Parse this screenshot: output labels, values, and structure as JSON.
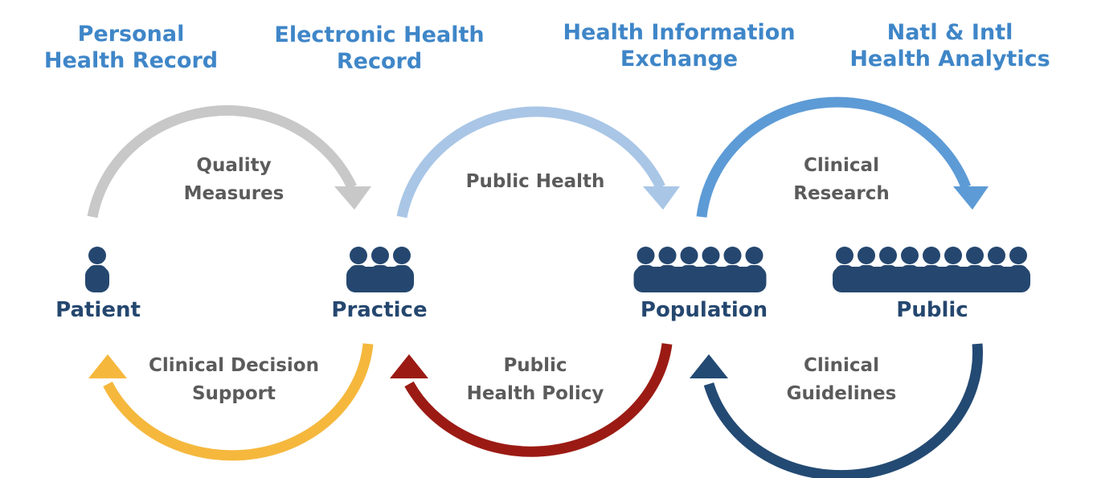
{
  "systems": [
    {
      "id": "phr",
      "line1": "Personal",
      "line2": "Health Record"
    },
    {
      "id": "ehr",
      "line1": "Electronic Health",
      "line2": "Record"
    },
    {
      "id": "hie",
      "line1": "Health Information",
      "line2": "Exchange"
    },
    {
      "id": "analytics",
      "line1": "Natl & Intl",
      "line2": "Health Analytics"
    }
  ],
  "nodes": [
    {
      "id": "patient",
      "label": "Patient",
      "people": 1
    },
    {
      "id": "practice",
      "label": "Practice",
      "people": 3
    },
    {
      "id": "population",
      "label": "Population",
      "people": 6
    },
    {
      "id": "public",
      "label": "Public",
      "people": 9
    }
  ],
  "upper_flows": [
    {
      "id": "quality",
      "line1": "Quality",
      "line2": "Measures",
      "color": "#c8c8c8"
    },
    {
      "id": "public-health",
      "line1": "Public Health",
      "line2": "",
      "color": "#a9c6e6"
    },
    {
      "id": "clinical-research",
      "line1": "Clinical",
      "line2": "Research",
      "color": "#5d9bd6"
    }
  ],
  "lower_flows": [
    {
      "id": "cds",
      "line1": "Clinical Decision",
      "line2": "Support",
      "color": "#f5b83d"
    },
    {
      "id": "public-health-policy",
      "line1": "Public",
      "line2": "Health Policy",
      "color": "#9b1b14"
    },
    {
      "id": "clinical-guidelines",
      "line1": "Clinical",
      "line2": "Guidelines",
      "color": "#234a73"
    }
  ],
  "colors": {
    "system_text": "#3f86c8",
    "flow_text": "#5b5b5b",
    "node_text": "#25476f",
    "people_icon": "#25476f"
  }
}
